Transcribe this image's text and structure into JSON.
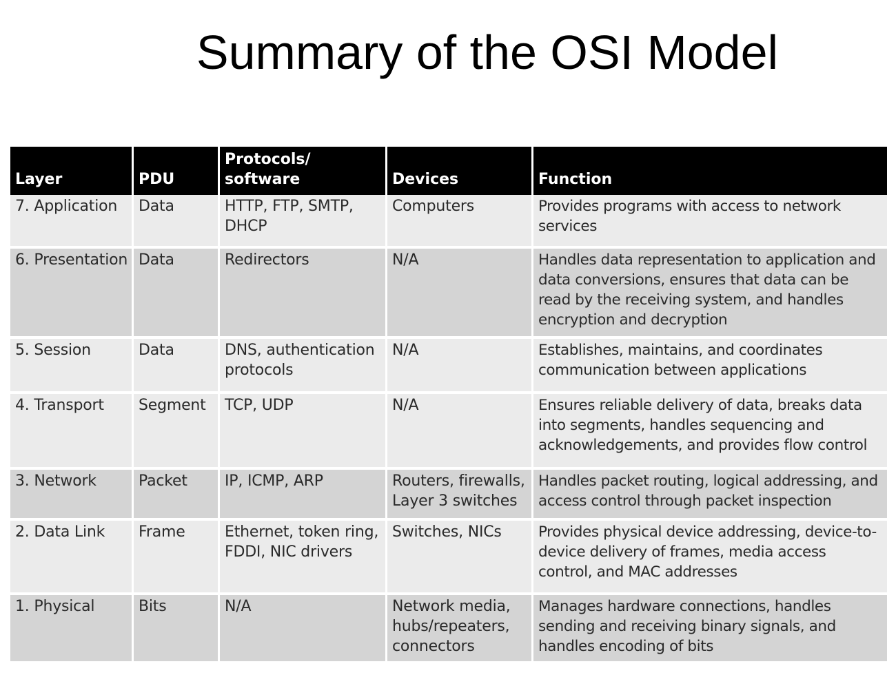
{
  "title": "Summary of the OSI Model",
  "table": {
    "headers": {
      "layer": "Layer",
      "pdu": "PDU",
      "protocols_line1": "Protocols/",
      "protocols_line2": "software",
      "devices": "Devices",
      "function": "Function"
    },
    "rows": [
      {
        "layer": "7. Application",
        "pdu": "Data",
        "protocols": "HTTP, FTP, SMTP, DHCP",
        "devices": "Computers",
        "function": "Provides programs with access to network services"
      },
      {
        "layer": "6. Presentation",
        "pdu": "Data",
        "protocols": "Redirectors",
        "devices": "N/A",
        "function": "Handles data representation to application and data conversions, ensures that data can be read by the receiving system, and handles encryption and decryption"
      },
      {
        "layer": "5. Session",
        "pdu": "Data",
        "protocols": "DNS, authentication protocols",
        "devices": "N/A",
        "function": "Establishes, maintains, and coordinates communication between applications"
      },
      {
        "layer": "4. Transport",
        "pdu": "Segment",
        "protocols": "TCP, UDP",
        "devices": "N/A",
        "function": "Ensures reliable delivery of data, breaks data into segments, handles sequencing and acknowledgements, and provides flow control"
      },
      {
        "layer": "3. Network",
        "pdu": "Packet",
        "protocols": "IP, ICMP, ARP",
        "devices": "Routers, firewalls, Layer 3 switches",
        "function": "Handles packet routing, logical addressing, and access control through packet inspection"
      },
      {
        "layer": "2. Data Link",
        "pdu": "Frame",
        "protocols": "Ethernet, token ring, FDDI, NIC drivers",
        "devices": "Switches, NICs",
        "function": "Provides physical device addressing, device-to-device delivery of frames, media access control, and MAC addresses"
      },
      {
        "layer": "1. Physical",
        "pdu": "Bits",
        "protocols": "N/A",
        "devices": "Network media, hubs/repeaters, connectors",
        "function": "Manages hardware connections, handles sending and receiving binary signals, and handles encoding of bits"
      }
    ]
  }
}
